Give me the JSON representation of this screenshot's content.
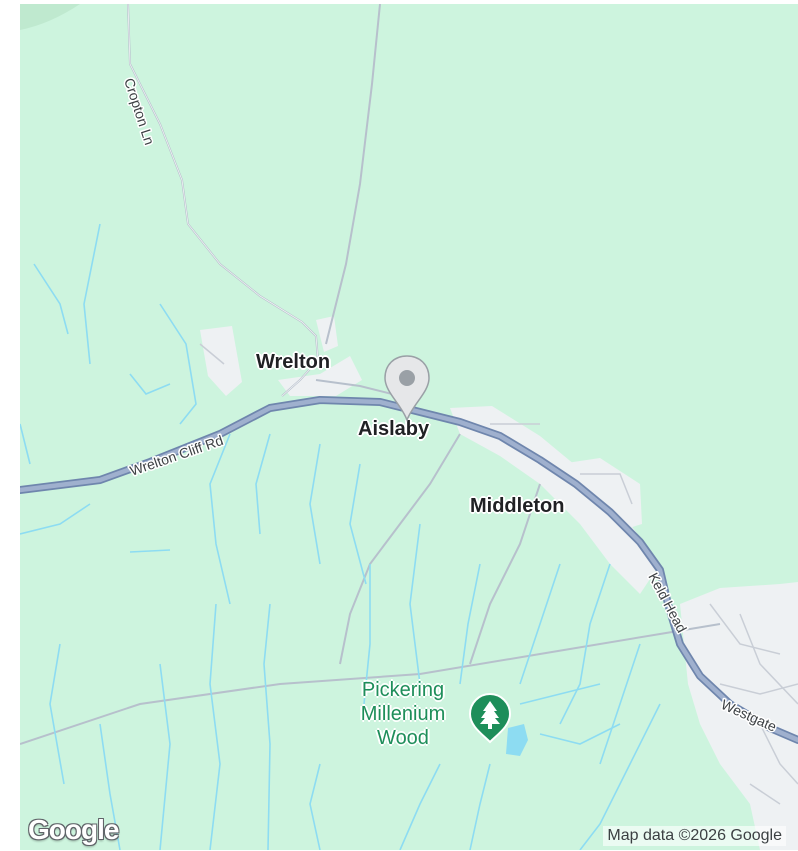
{
  "map": {
    "places": {
      "wrelton": "Wrelton",
      "aislaby": "Aislaby",
      "middleton": "Middleton"
    },
    "roads": {
      "cropton_ln": "Cropton Ln",
      "wrelton_cliff_rd": "Wrelton Cliff Rd",
      "keld_head": "Keld Head",
      "westgate": "Westgate"
    },
    "poi": {
      "line1": "Pickering",
      "line2": "Millenium",
      "line3": "Wood",
      "icon": "tree-icon",
      "color": "#1e8e5a"
    },
    "marker": {
      "icon": "map-pin-icon",
      "color": "#9aa0a6"
    },
    "attribution": "Map data ©2026 Google",
    "logo": "Google",
    "colors": {
      "land": "#cdf4de",
      "water": "#8ddcf2",
      "main_road": "#8c9fbf",
      "built_up": "#f0f2f4"
    }
  }
}
